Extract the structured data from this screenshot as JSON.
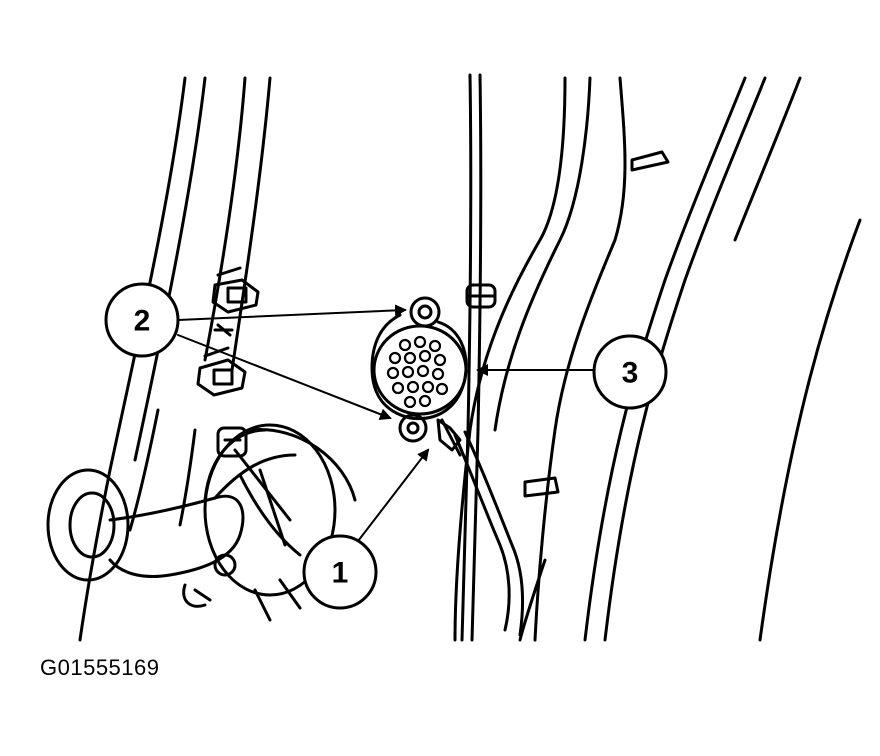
{
  "figure_id": "G01555169",
  "callouts": [
    {
      "id": "callout-1",
      "label": "1"
    },
    {
      "id": "callout-2",
      "label": "2"
    },
    {
      "id": "callout-3",
      "label": "3"
    }
  ]
}
